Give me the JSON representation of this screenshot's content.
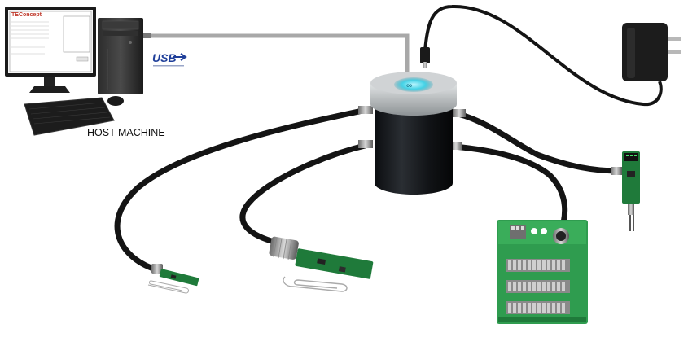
{
  "diagram": {
    "host_label": "HOST MACHINE",
    "usb_logo_text": "USB",
    "app_window_title": "TEConcept",
    "colors": {
      "hub_body": "#14171a",
      "hub_top": "#b9bdc0",
      "hub_glow": "#3fd6e8",
      "cable": "#141414",
      "usb_cable": "#a8a8a8",
      "pcb_green": "#1f7a3a",
      "usb_blue": "#1f3f9a",
      "app_title_red": "#c0392b"
    }
  }
}
